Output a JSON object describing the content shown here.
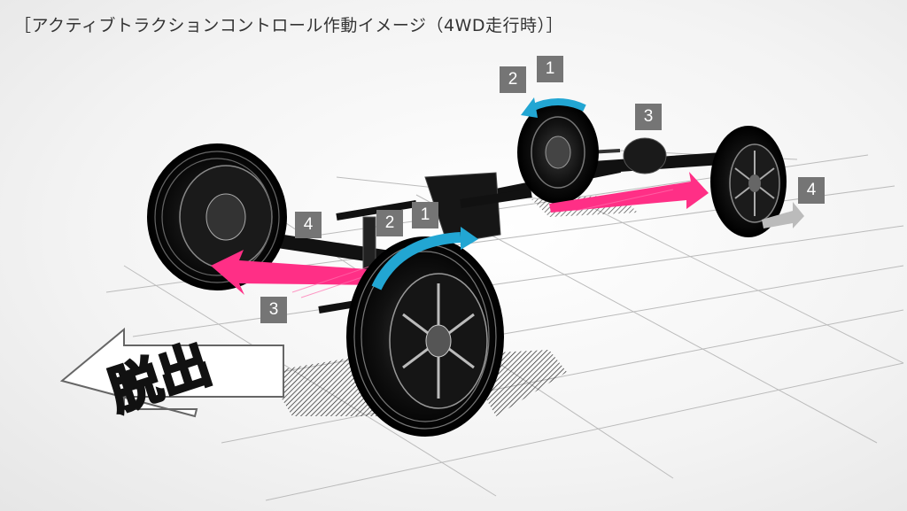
{
  "title": "［アクティブトラクションコントロール作動イメージ（4WD走行時）］",
  "escape_label": "脱出",
  "badges": [
    "1",
    "2",
    "3",
    "4"
  ],
  "colors": {
    "torque_arrow": "#ff2f86",
    "rotation_arrow": "#22a6d3",
    "badge_bg": "#757575",
    "ink": "#111111"
  }
}
